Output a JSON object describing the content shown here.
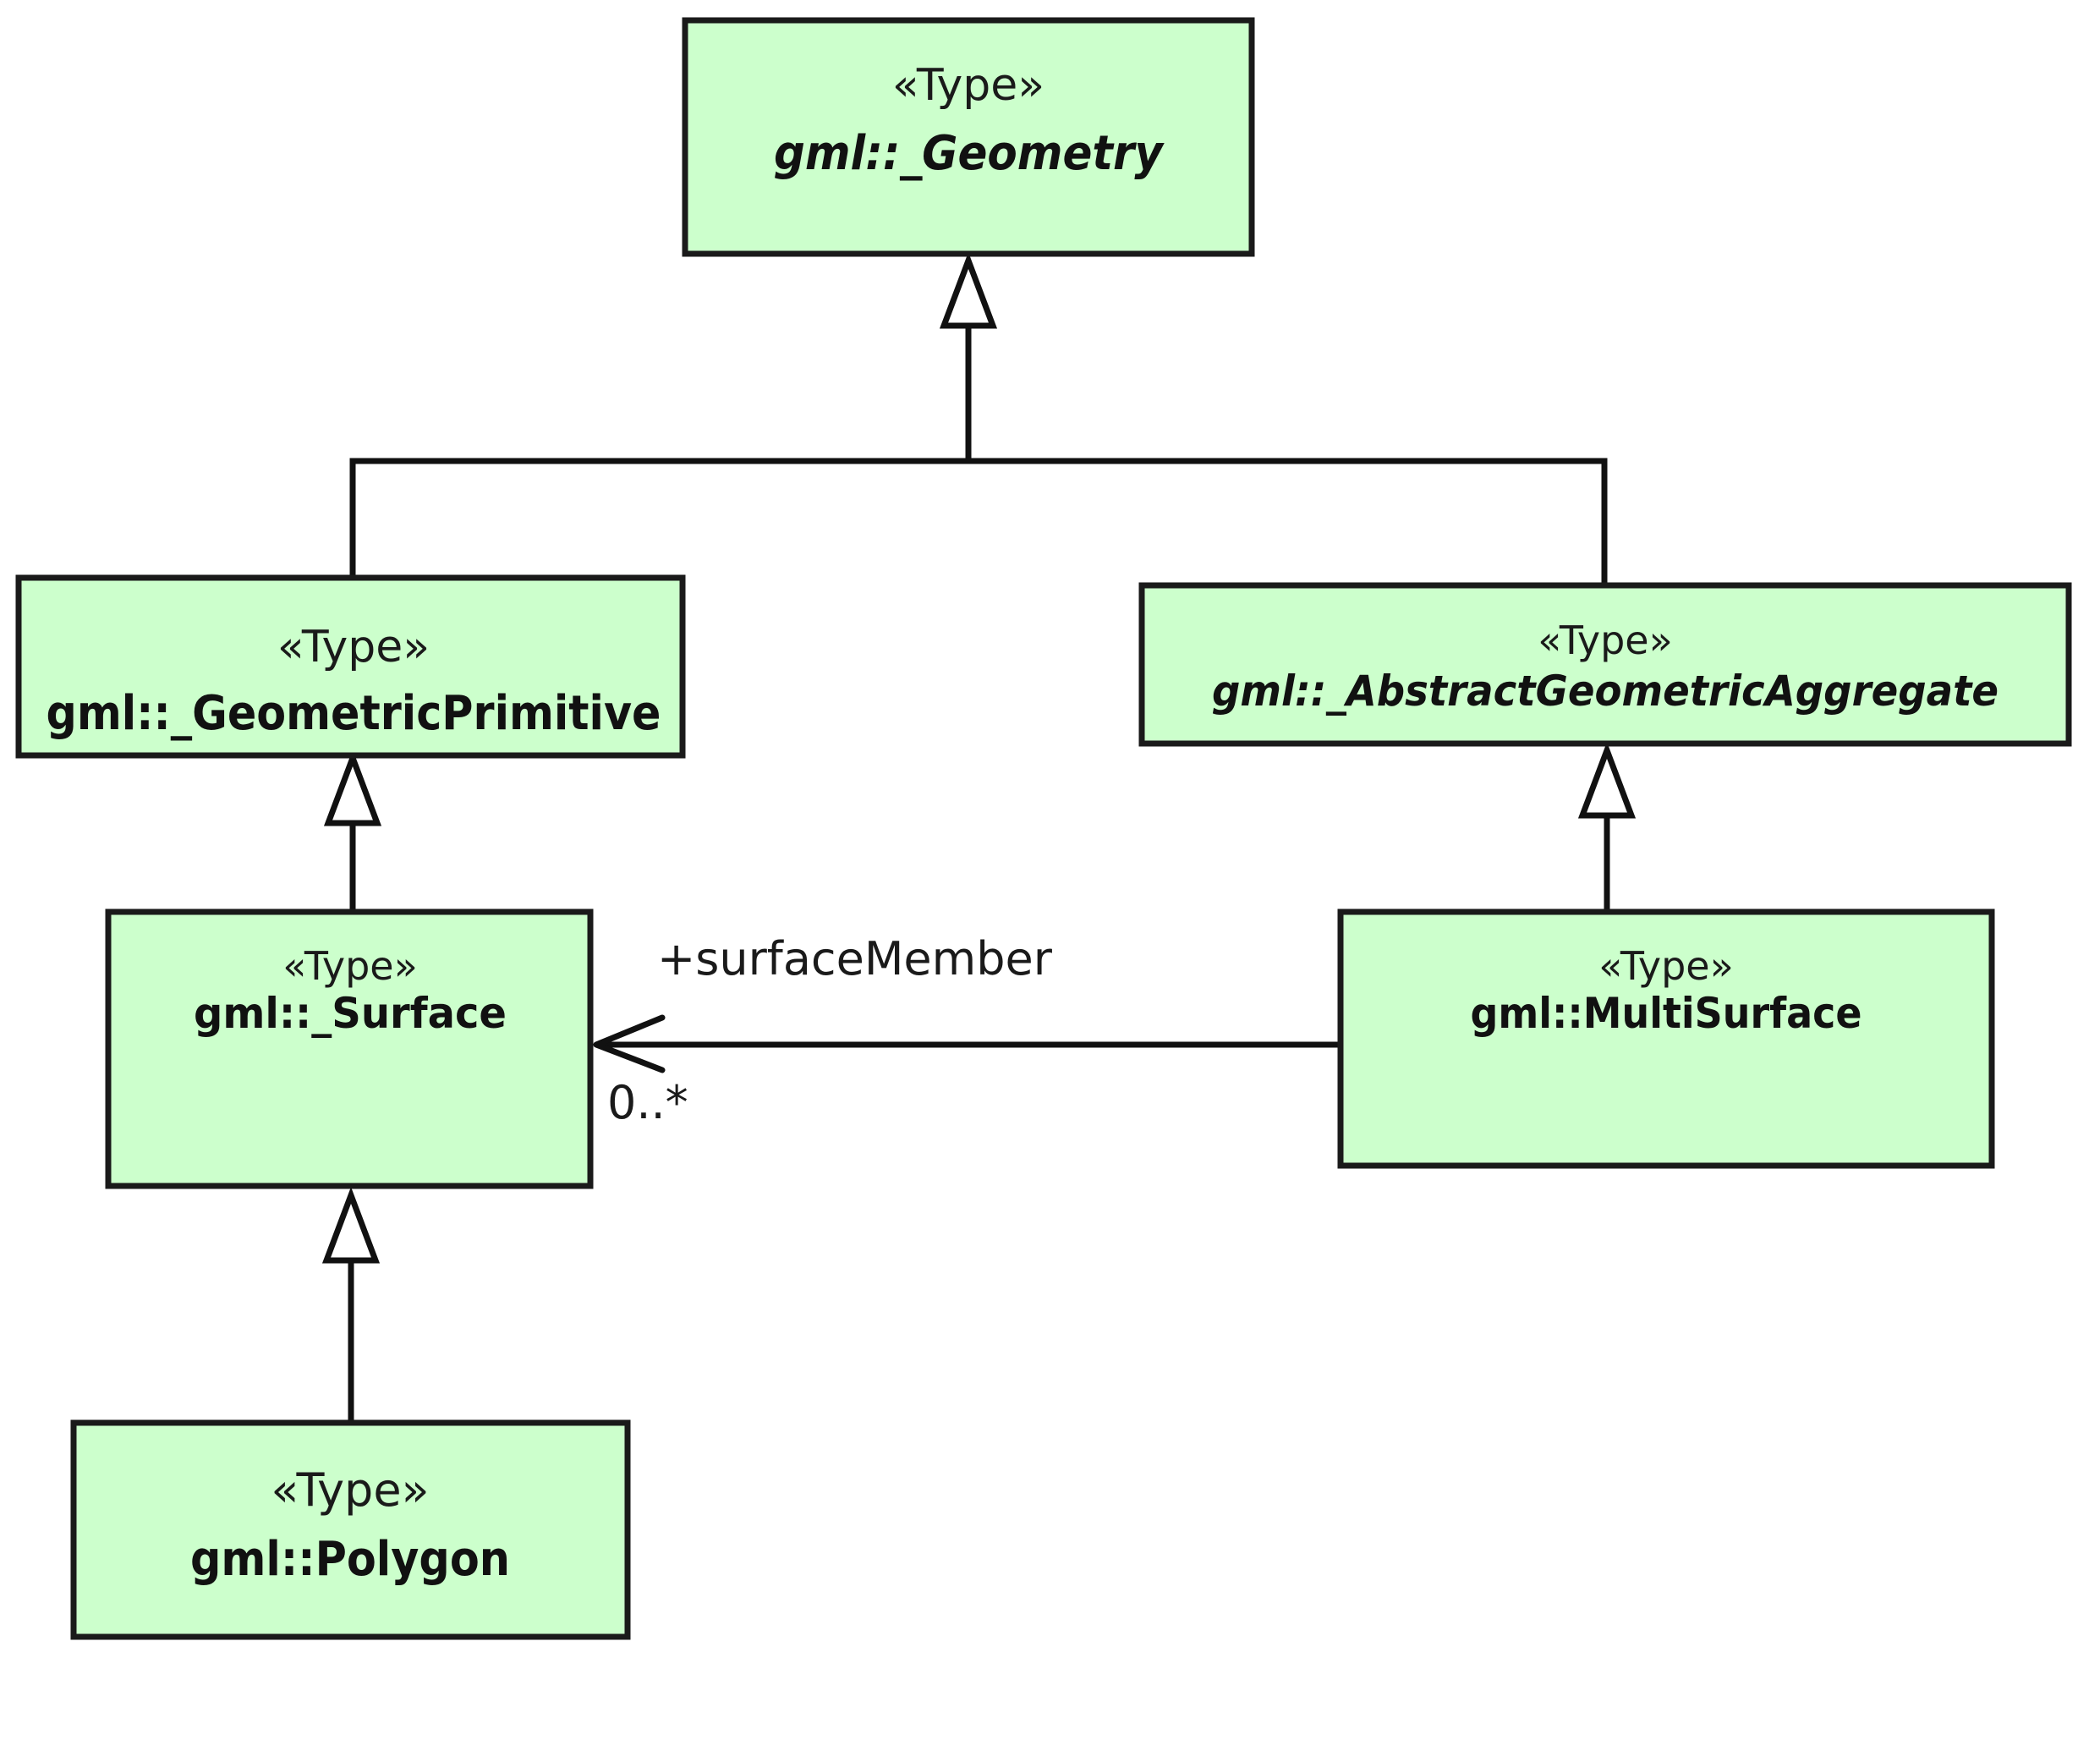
{
  "classes": {
    "geometry": {
      "stereotype": "«Type»",
      "name": "gml::_Geometry",
      "abstract": true
    },
    "geometric_primitive": {
      "stereotype": "«Type»",
      "name": "gml::_GeometricPrimitive",
      "abstract": false
    },
    "abstract_geometric_aggregate": {
      "stereotype": "«Type»",
      "name": "gml::_AbstractGeometricAggregate",
      "abstract": true
    },
    "surface": {
      "stereotype": "«Type»",
      "name": "gml::_Surface",
      "abstract": false
    },
    "multi_surface": {
      "stereotype": "«Type»",
      "name": "gml::MultiSurface",
      "abstract": false
    },
    "polygon": {
      "stereotype": "«Type»",
      "name": "gml::Polygon",
      "abstract": false
    }
  },
  "relations": {
    "generalizations": [
      {
        "from": "geometric_primitive",
        "to": "geometry"
      },
      {
        "from": "abstract_geometric_aggregate",
        "to": "geometry"
      },
      {
        "from": "surface",
        "to": "geometric_primitive"
      },
      {
        "from": "polygon",
        "to": "surface"
      },
      {
        "from": "multi_surface",
        "to": "abstract_geometric_aggregate"
      }
    ],
    "association": {
      "from": "multi_surface",
      "to": "surface",
      "role": "+surfaceMember",
      "multiplicity": "0..*"
    }
  }
}
